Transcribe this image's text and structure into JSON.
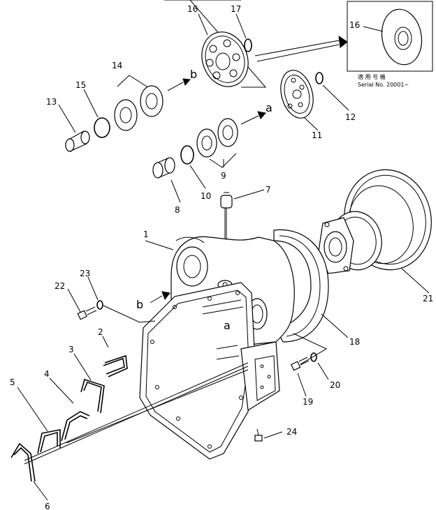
{
  "callouts": [
    "1",
    "2",
    "3",
    "4",
    "5",
    "6",
    "7",
    "8",
    "9",
    "10",
    "11",
    "12",
    "13",
    "14",
    "15",
    "16",
    "17",
    "18",
    "19",
    "20",
    "21",
    "22",
    "23",
    "24"
  ],
  "letters": {
    "a": "a",
    "b": "b"
  },
  "inset": {
    "part_number": "16",
    "note_line1": "適 用 号 機",
    "note_line2": "Serial No. 20001~"
  }
}
